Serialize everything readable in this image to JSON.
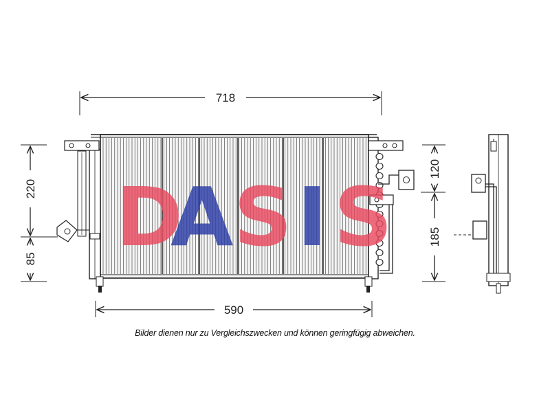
{
  "dimensions": {
    "overall_width": "718",
    "core_width": "590",
    "left_upper_height": "220",
    "left_lower_height": "85",
    "right_upper_height": "120",
    "right_lower_height": "185"
  },
  "watermark": {
    "text": "DASIS",
    "colors": {
      "D": "#e84a5f",
      "A": "#2b3ea6",
      "S": "#e84a5f",
      "I": "#2b3ea6",
      "S2": "#e84a5f"
    }
  },
  "caption": "Bilder dienen nur zu Vergleichszwecken und können geringfügig abweichen."
}
